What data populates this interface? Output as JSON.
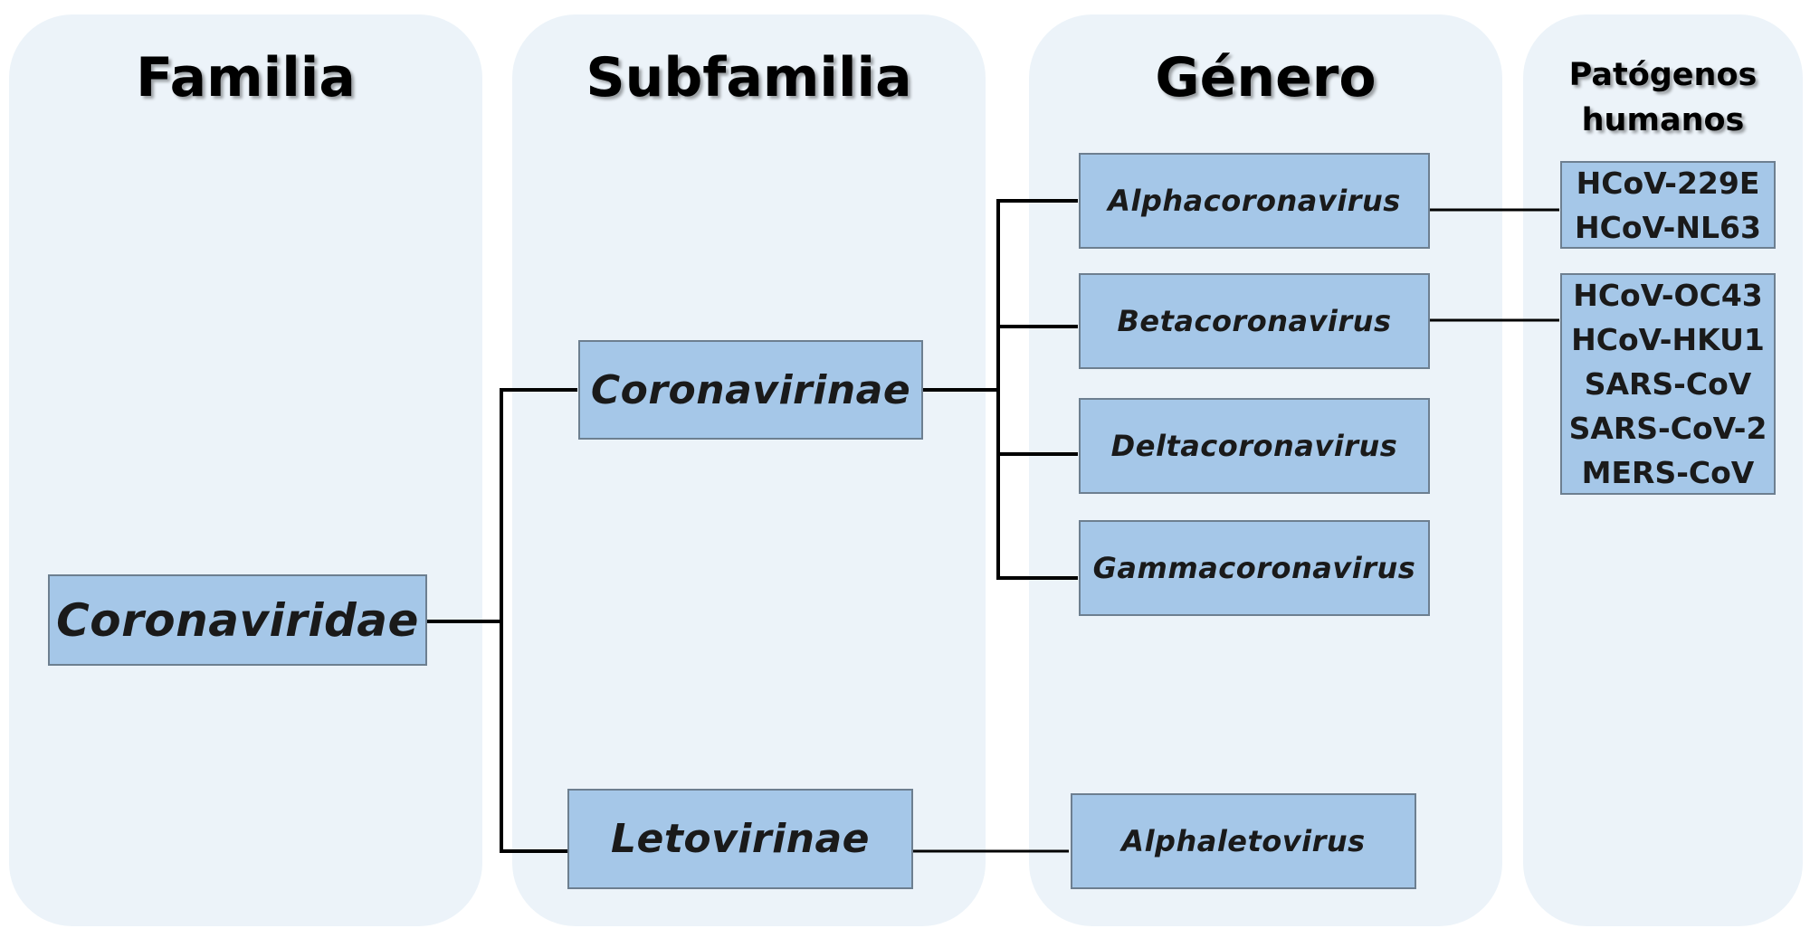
{
  "columns": {
    "familia": "Familia",
    "subfamilia": "Subfamilia",
    "genero": "Género",
    "patogenos": [
      "Patógenos",
      "humanos"
    ]
  },
  "nodes": {
    "coronaviridae": "Coronaviridae",
    "coronavirinae": "Coronavirinae",
    "letovirinae": "Letovirinae",
    "alphacoronavirus": "Alphacoronavirus",
    "betacoronavirus": "Betacoronavirus",
    "deltacoronavirus": "Deltacoronavirus",
    "gammacoronavirus": "Gammacoronavirus",
    "alphaletovirus": "Alphaletovirus"
  },
  "pathogens": {
    "alpha": [
      "HCoV-229E",
      "HCoV-NL63"
    ],
    "beta": [
      "HCoV-OC43",
      "HCoV-HKU1",
      "SARS-CoV",
      "SARS-CoV-2",
      "MERS-CoV"
    ]
  },
  "colors": {
    "panel": "#ecf3f9",
    "box_fill": "#a5c7e8",
    "box_border": "#6d7f90",
    "line": "#000000"
  }
}
